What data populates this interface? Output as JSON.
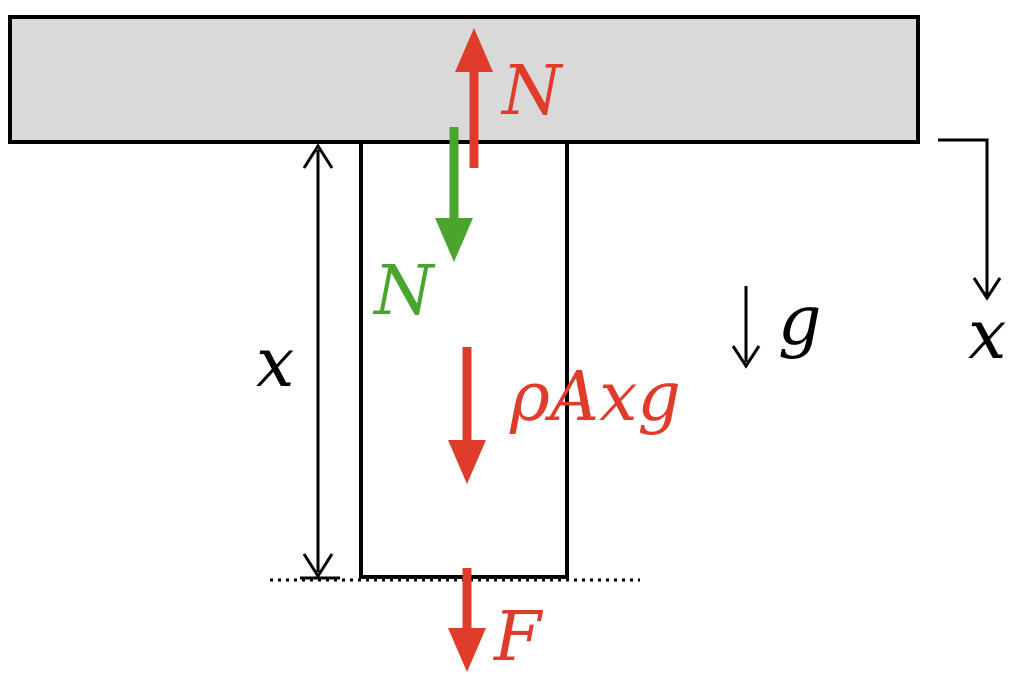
{
  "labels": {
    "top_force": "N",
    "reaction_force": "N",
    "weight": "ρAxg",
    "bottom_force": "F",
    "length": "x",
    "gravity": "g",
    "axis": "x"
  },
  "colors": {
    "red": "#e03c2c",
    "green": "#4aa52e",
    "black": "#000000",
    "ceiling_fill": "#d9d9d9"
  }
}
